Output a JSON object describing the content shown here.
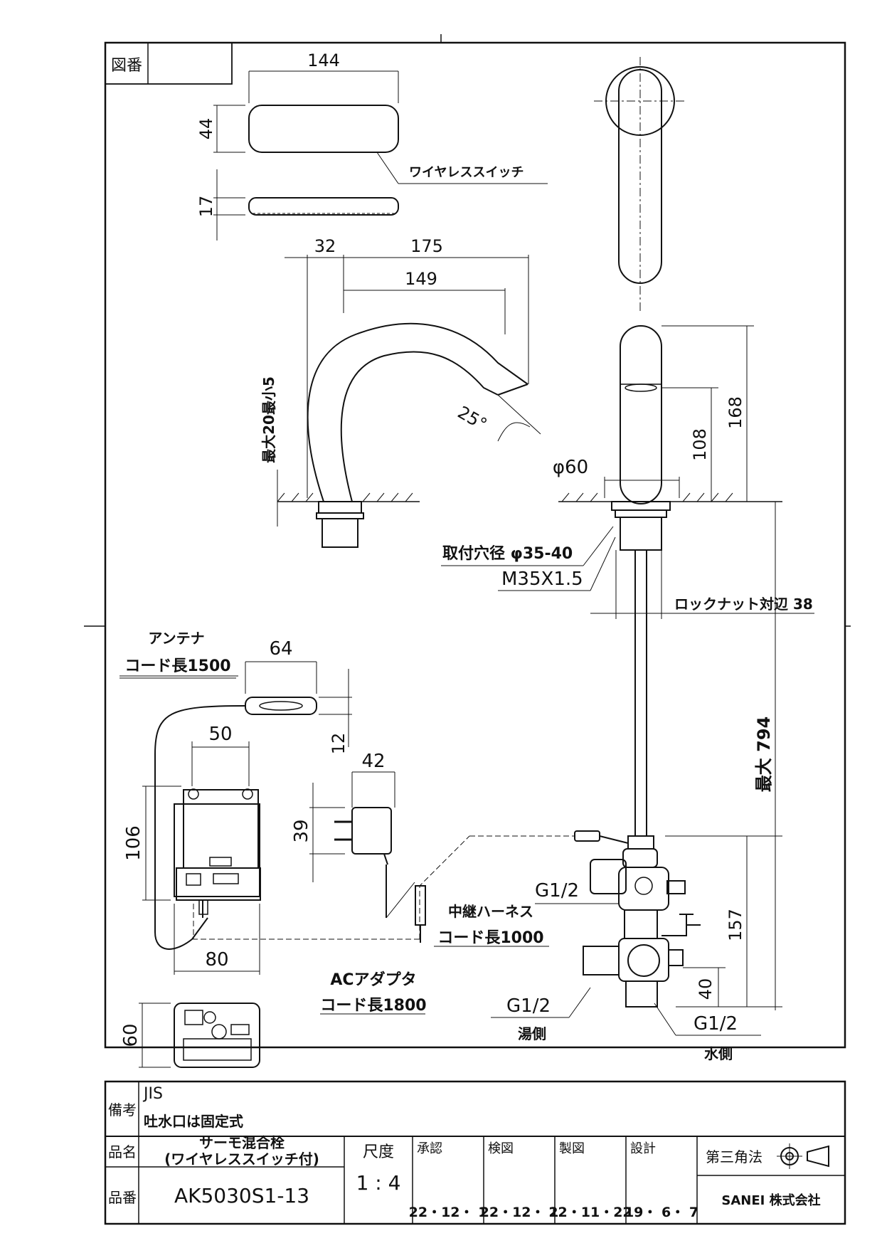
{
  "frame": {
    "drawing_number_label": "図番",
    "drawing_number_value": ""
  },
  "dimensions": {
    "switch_width": "144",
    "switch_height": "44",
    "switch_thickness": "17",
    "spout_offset": "32",
    "spout_reach": "175",
    "spout_inner": "149",
    "spout_angle": "25°",
    "spout_height_range": "最大20最小5",
    "body_diameter": "φ60",
    "height_168": "168",
    "height_108": "108",
    "hole_size": "取付穴径 φ35-40",
    "thread": "M35X1.5",
    "locknut": "ロックナット対辺 38",
    "max_length": "最大 794",
    "valve_height": "157",
    "inlet_height": "40",
    "antenna_width": "64",
    "antenna_height": "12",
    "control_width": "50",
    "control_height": "106",
    "control_base_width": "80",
    "control_depth": "60",
    "adapter_width": "42",
    "adapter_height": "39"
  },
  "labels": {
    "wireless_switch": "ワイヤレススイッチ",
    "antenna_line1": "アンテナ",
    "antenna_line2": "コード長1500",
    "harness_line1": "中継ハーネス",
    "harness_line2": "コード長1000",
    "ac_line1": "ACアダプタ",
    "ac_line2": "コード長1800",
    "g12_top": "G1/2",
    "g12_hot": "G1/2",
    "hot_side": "湯側",
    "g12_cold": "G1/2",
    "cold_side": "水側"
  },
  "title_block": {
    "remarks_label": "備考",
    "remarks_line1": "JIS",
    "remarks_line2": "吐水口は固定式",
    "name_label": "品名",
    "name_line1": "サーモ混合栓",
    "name_line2": "(ワイヤレススイッチ付)",
    "number_label": "品番",
    "number_value": "AK5030S1-13",
    "scale_label": "尺度",
    "scale_value": "1 : 4",
    "approve_label": "承認",
    "approve_date": "22・12・ 1",
    "check_label": "検図",
    "check_date": "22・12・ 1",
    "draw_label": "製図",
    "draw_date": "22・11・22",
    "design_label": "設計",
    "design_date": "19・ 6・ 7",
    "projection": "第三角法",
    "company": "SANEI 株式会社"
  }
}
